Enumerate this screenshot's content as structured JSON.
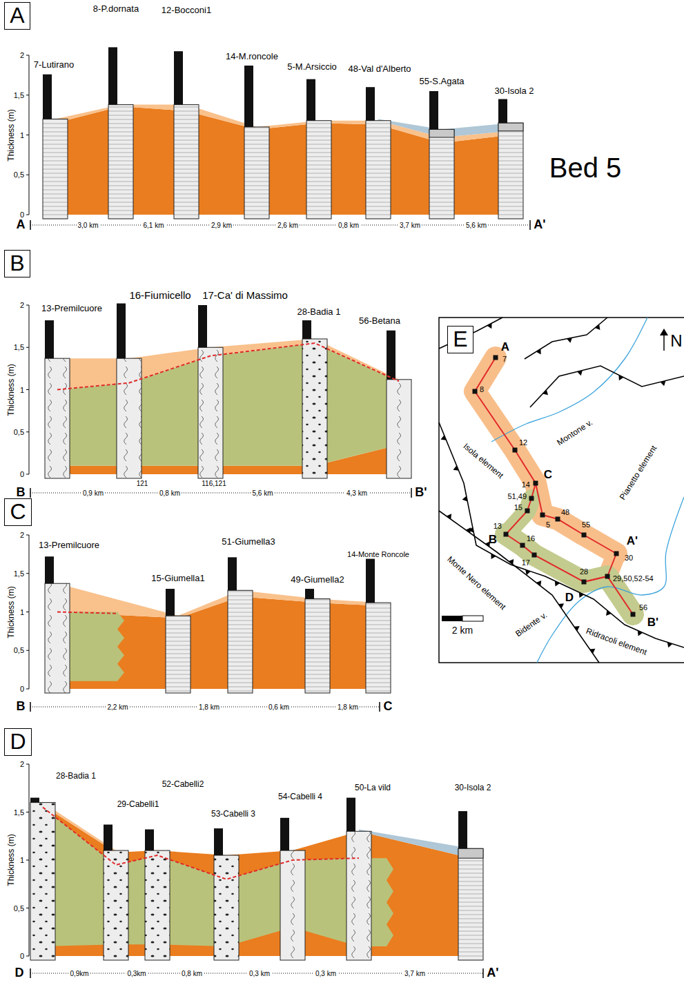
{
  "diagram": {
    "nodes": [
      {
        "text": [
          "A"
        ]
      },
      {
        "text": [
          "B"
        ]
      },
      {
        "text": [
          "C"
        ]
      },
      {
        "text": [
          "D"
        ]
      },
      {
        "text": [
          "E"
        ]
      }
    ],
    "labels": [
      "Bed 5",
      "Thickness (m)",
      "2",
      "1,5",
      "1",
      "0,5",
      "0",
      "7-Lutirano",
      "8-P.dornata",
      "12-Bocconi1",
      "14-M.roncole",
      "5-M.Arsiccio",
      "48-Val d'Alberto",
      "55-S.Agata",
      "30-Isola 2",
      "A",
      "3,0 km",
      "6,1 km",
      "2,9 km",
      "2,6 km",
      "0,8 km",
      "3,7 km",
      "5,6 km",
      "A'",
      "Thickness (m)",
      "2",
      "1,5",
      "1",
      "0,5",
      "0",
      "13-Premilcuore",
      "16-Fiumicello",
      "17-Ca' di Massimo",
      "28-Badia 1",
      "56-Betana",
      "121",
      "116,121",
      "B",
      "0,9 km",
      "0,8 km",
      "5,6 km",
      "4,3 km",
      "B'",
      "Thickness (m)",
      "2",
      "1,5",
      "1",
      "0,5",
      "0",
      "13-Premilcuore",
      "15-Giumella1",
      "51-Giumella3",
      "49-Giumella2",
      "14-Monte Roncole",
      "B",
      "2,2 km",
      "1,8 km",
      "0,6 km",
      "1,8 km",
      "C",
      "Thickness (m)",
      "2",
      "1,5",
      "1",
      "0,5",
      "0",
      "28-Badia 1",
      "29-Cabelli1",
      "52-Cabelli2",
      "53-Cabelli 3",
      "54-Cabelli 4",
      "50-La vild",
      "30-Isola 2",
      "D",
      "0,9km",
      "0,3km",
      "0,8 km",
      "0,3 km",
      "0,3 km",
      "3,7 km",
      "A'",
      "N",
      "A",
      "7",
      "8",
      "12",
      "14",
      "C",
      "51,49",
      "15",
      "5",
      "48",
      "55",
      "B",
      "13",
      "16",
      "17",
      "A'",
      "30",
      "28",
      "29,50,52-54",
      "D",
      "56",
      "B'",
      "Montone v.",
      "Isola element",
      "Pianetto element",
      "Bidente v.",
      "Monte Nero element",
      "Ridracoli element",
      "2 km"
    ]
  }
}
